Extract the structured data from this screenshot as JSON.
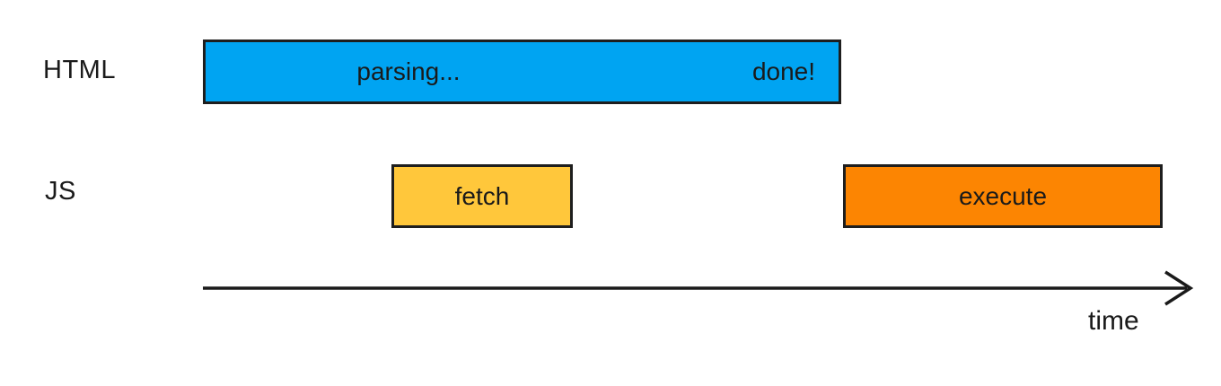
{
  "colors": {
    "background": "#ffffff",
    "text": "#1a1a1a",
    "bar_border": "#1e1e1e",
    "parsing_bar": "#00a4f2",
    "fetch_bar": "#ffc73b",
    "execute_bar": "#fc8502",
    "axis": "#1a1a1a"
  },
  "rows": {
    "html": {
      "label": "HTML",
      "parsing_bar": {
        "label_start": "parsing...",
        "label_end": "done!"
      }
    },
    "js": {
      "label": "JS",
      "fetch_bar": {
        "label": "fetch"
      },
      "execute_bar": {
        "label": "execute"
      }
    }
  },
  "axis": {
    "label": "time"
  },
  "timeline": {
    "description_items": [
      {
        "row": "HTML",
        "segment": "parsing",
        "note": "parsing runs from start of timeline until done!"
      },
      {
        "row": "JS",
        "segment": "fetch",
        "note": "fetch occurs during HTML parsing"
      },
      {
        "row": "JS",
        "segment": "execute",
        "note": "execute occurs after HTML parsing is done"
      }
    ]
  }
}
